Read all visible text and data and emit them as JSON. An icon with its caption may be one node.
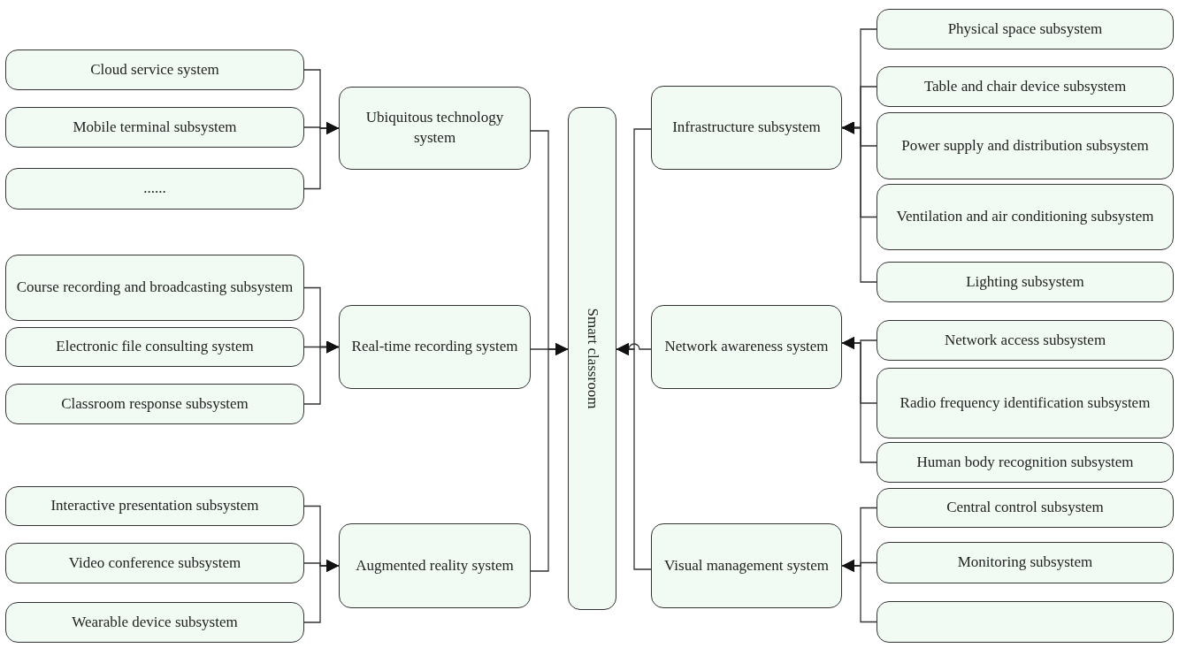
{
  "diagram": {
    "nodes": [
      {
        "text": [
          "Ubiquitous technology system"
        ]
      },
      {
        "text": [
          "Cloud service system"
        ]
      },
      {
        "text": [
          "Mobile terminal subsystem"
        ]
      },
      {
        "text": [
          "......"
        ]
      },
      {
        "text": [
          "Real-time recording system"
        ]
      },
      {
        "text": [
          "Course recording and broadcasting subsystem"
        ]
      },
      {
        "text": [
          "Electronic file consulting system"
        ]
      },
      {
        "text": [
          "Classroom response subsystem"
        ]
      },
      {
        "text": [
          "Augmented reality system"
        ]
      },
      {
        "text": [
          "Interactive presentation subsystem"
        ]
      },
      {
        "text": [
          "Video conference subsystem"
        ]
      },
      {
        "text": [
          "Wearable device subsystem"
        ]
      },
      {
        "text": [
          "Smart classroom"
        ]
      },
      {
        "text": [
          "Infrastructure subsystem"
        ]
      },
      {
        "text": [
          "Physical space subsystem"
        ]
      },
      {
        "text": [
          "Table and chair device subsystem"
        ]
      },
      {
        "text": [
          "Power supply and distribution subsystem"
        ]
      },
      {
        "text": [
          "Ventilation and air conditioning subsystem"
        ]
      },
      {
        "text": [
          "Lighting subsystem"
        ]
      },
      {
        "text": [
          "Network awareness system"
        ]
      },
      {
        "text": [
          "Network access subsystem"
        ]
      },
      {
        "text": [
          "Radio frequency identification subsystem"
        ]
      },
      {
        "text": [
          "Human body recognition subsystem"
        ]
      },
      {
        "text": [
          "Visual management system"
        ]
      },
      {
        "text": [
          "Central control subsystem"
        ]
      },
      {
        "text": [
          "Monitoring subsystem"
        ]
      },
      {
        "text": [],
        "shape": "box"
      }
    ],
    "edges": [
      {
        "from": 1,
        "to": 0,
        "arrow": "to"
      },
      {
        "from": 2,
        "to": 0,
        "arrow": "to"
      },
      {
        "from": 3,
        "to": 0,
        "arrow": "to"
      },
      {
        "from": 5,
        "to": 4,
        "arrow": "to"
      },
      {
        "from": 6,
        "to": 4,
        "arrow": "to"
      },
      {
        "from": 7,
        "to": 4,
        "arrow": "to"
      },
      {
        "from": 9,
        "to": 8,
        "arrow": "to"
      },
      {
        "from": 10,
        "to": 8,
        "arrow": "to"
      },
      {
        "from": 11,
        "to": 8,
        "arrow": "to"
      },
      {
        "from": 0,
        "to": 12,
        "arrow": "to"
      },
      {
        "from": 4,
        "to": 12,
        "arrow": "to"
      },
      {
        "from": 8,
        "to": 12,
        "arrow": "to"
      },
      {
        "from": 14,
        "to": 13,
        "arrow": "to"
      },
      {
        "from": 15,
        "to": 13,
        "arrow": "to"
      },
      {
        "from": 16,
        "to": 13,
        "arrow": "to"
      },
      {
        "from": 17,
        "to": 13,
        "arrow": "to"
      },
      {
        "from": 18,
        "to": 13,
        "arrow": "to"
      },
      {
        "from": 20,
        "to": 19,
        "arrow": "to"
      },
      {
        "from": 21,
        "to": 19,
        "arrow": "to"
      },
      {
        "from": 22,
        "to": 19,
        "arrow": "to"
      },
      {
        "from": 24,
        "to": 23,
        "arrow": "to"
      },
      {
        "from": 25,
        "to": 23,
        "arrow": "to"
      },
      {
        "from": 26,
        "to": 23,
        "arrow": "to"
      },
      {
        "from": 13,
        "to": 12,
        "arrow": "to"
      },
      {
        "from": 19,
        "to": 12,
        "arrow": "to"
      },
      {
        "from": 23,
        "to": 12,
        "arrow": "to"
      }
    ]
  }
}
